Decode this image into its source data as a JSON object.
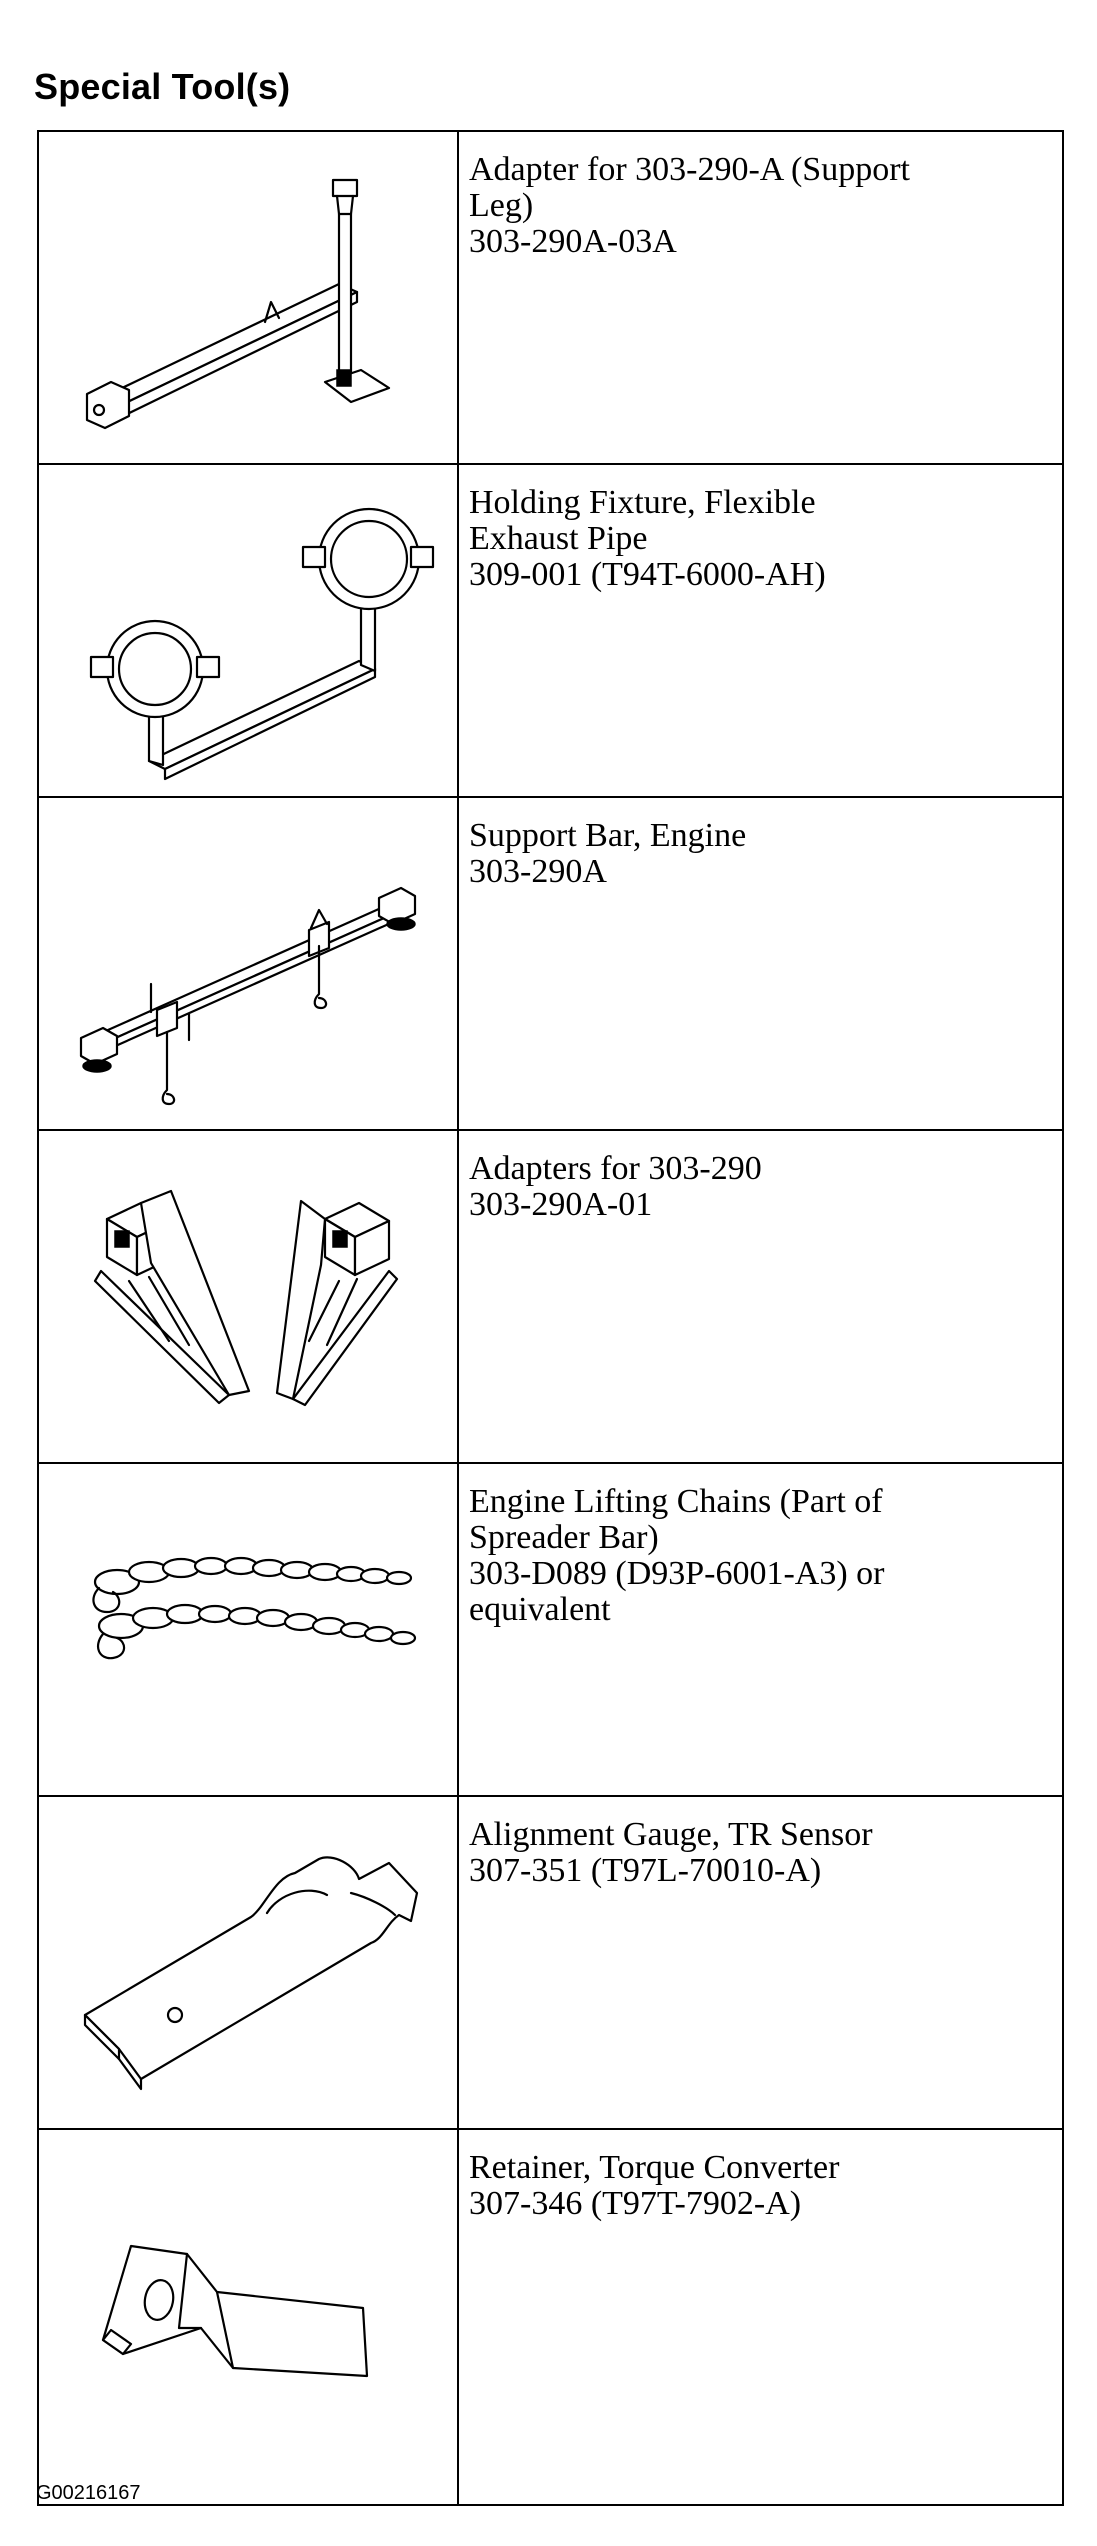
{
  "heading": "Special Tool(s)",
  "footer_code": "G00216167",
  "tools": [
    {
      "icon": "support-leg-adapter-icon",
      "name_lines": [
        "Adapter for 303-290-A (Support",
        "Leg)"
      ],
      "part_number": "303-290A-03A"
    },
    {
      "icon": "exhaust-pipe-holding-fixture-icon",
      "name_lines": [
        "Holding Fixture, Flexible",
        "Exhaust Pipe"
      ],
      "part_number": "309-001 (T94T-6000-AH)"
    },
    {
      "icon": "engine-support-bar-icon",
      "name_lines": [
        "Support Bar, Engine"
      ],
      "part_number": "303-290A"
    },
    {
      "icon": "support-bar-adapters-icon",
      "name_lines": [
        "Adapters for 303-290"
      ],
      "part_number": "303-290A-01"
    },
    {
      "icon": "lifting-chains-icon",
      "name_lines": [
        "Engine Lifting Chains (Part of",
        "Spreader Bar)"
      ],
      "part_number": "303-D089 (D93P-6001-A3) or",
      "part_number_extra": "equivalent"
    },
    {
      "icon": "tr-sensor-alignment-gauge-icon",
      "name_lines": [
        "Alignment Gauge, TR Sensor"
      ],
      "part_number": "307-351 (T97L-70010-A)"
    },
    {
      "icon": "torque-converter-retainer-icon",
      "name_lines": [
        "Retainer, Torque Converter"
      ],
      "part_number": "307-346 (T97T-7902-A)"
    }
  ]
}
